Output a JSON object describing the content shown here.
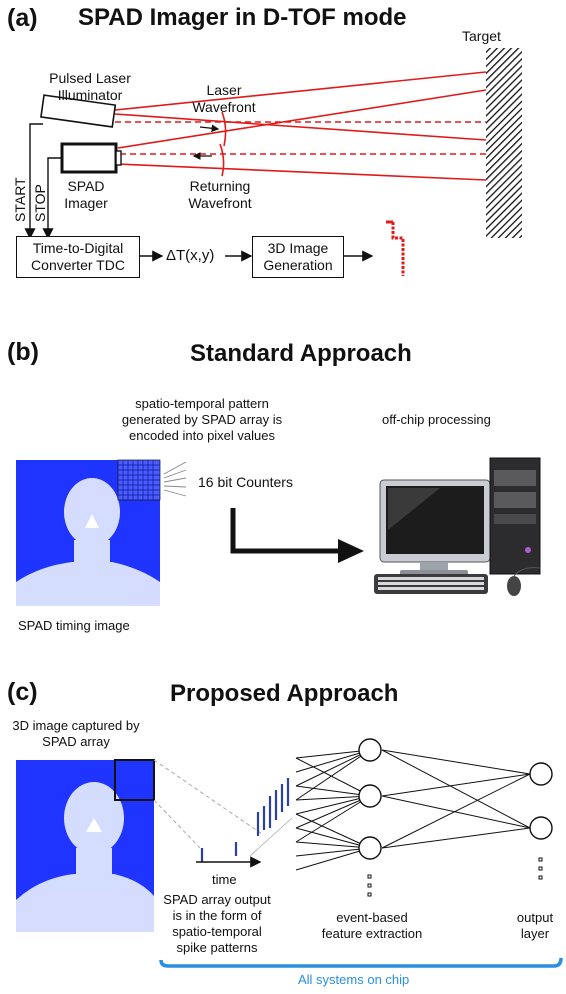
{
  "panel_a": {
    "label": "(a)",
    "title": "SPAD Imager in D-TOF mode",
    "target": "Target",
    "laser": "Pulsed Laser Illuminator",
    "laser_wavefront": "Laser Wavefront",
    "returning_wavefront": "Returning Wavefront",
    "spad_imager": "SPAD Imager",
    "start": "START",
    "stop": "STOP",
    "tdc": "Time-to-Digital Converter TDC",
    "delta_t": "ΔT(x,y)",
    "image_gen": "3D Image Generation"
  },
  "panel_b": {
    "label": "(b)",
    "title": "Standard Approach",
    "caption_pattern": "spatio-temporal pattern generated by SPAD array is encoded into pixel values",
    "off_chip": "off-chip processing",
    "counters": "16 bit Counters",
    "timing_image": "SPAD timing image"
  },
  "panel_c": {
    "label": "(c)",
    "title": "Proposed Approach",
    "captured": "3D image captured by SPAD array",
    "time": "time",
    "spad_output": "SPAD array output is in the form of spatio-temporal spike patterns",
    "feature": "event-based feature extraction",
    "output_layer": "output layer",
    "on_chip": "All systems on chip"
  },
  "colors": {
    "laser_red": "#e01b1b",
    "spad_blue": "#1f35ff",
    "chip_blue": "#2a8fe0",
    "spike_blue": "#2a3fa8"
  }
}
